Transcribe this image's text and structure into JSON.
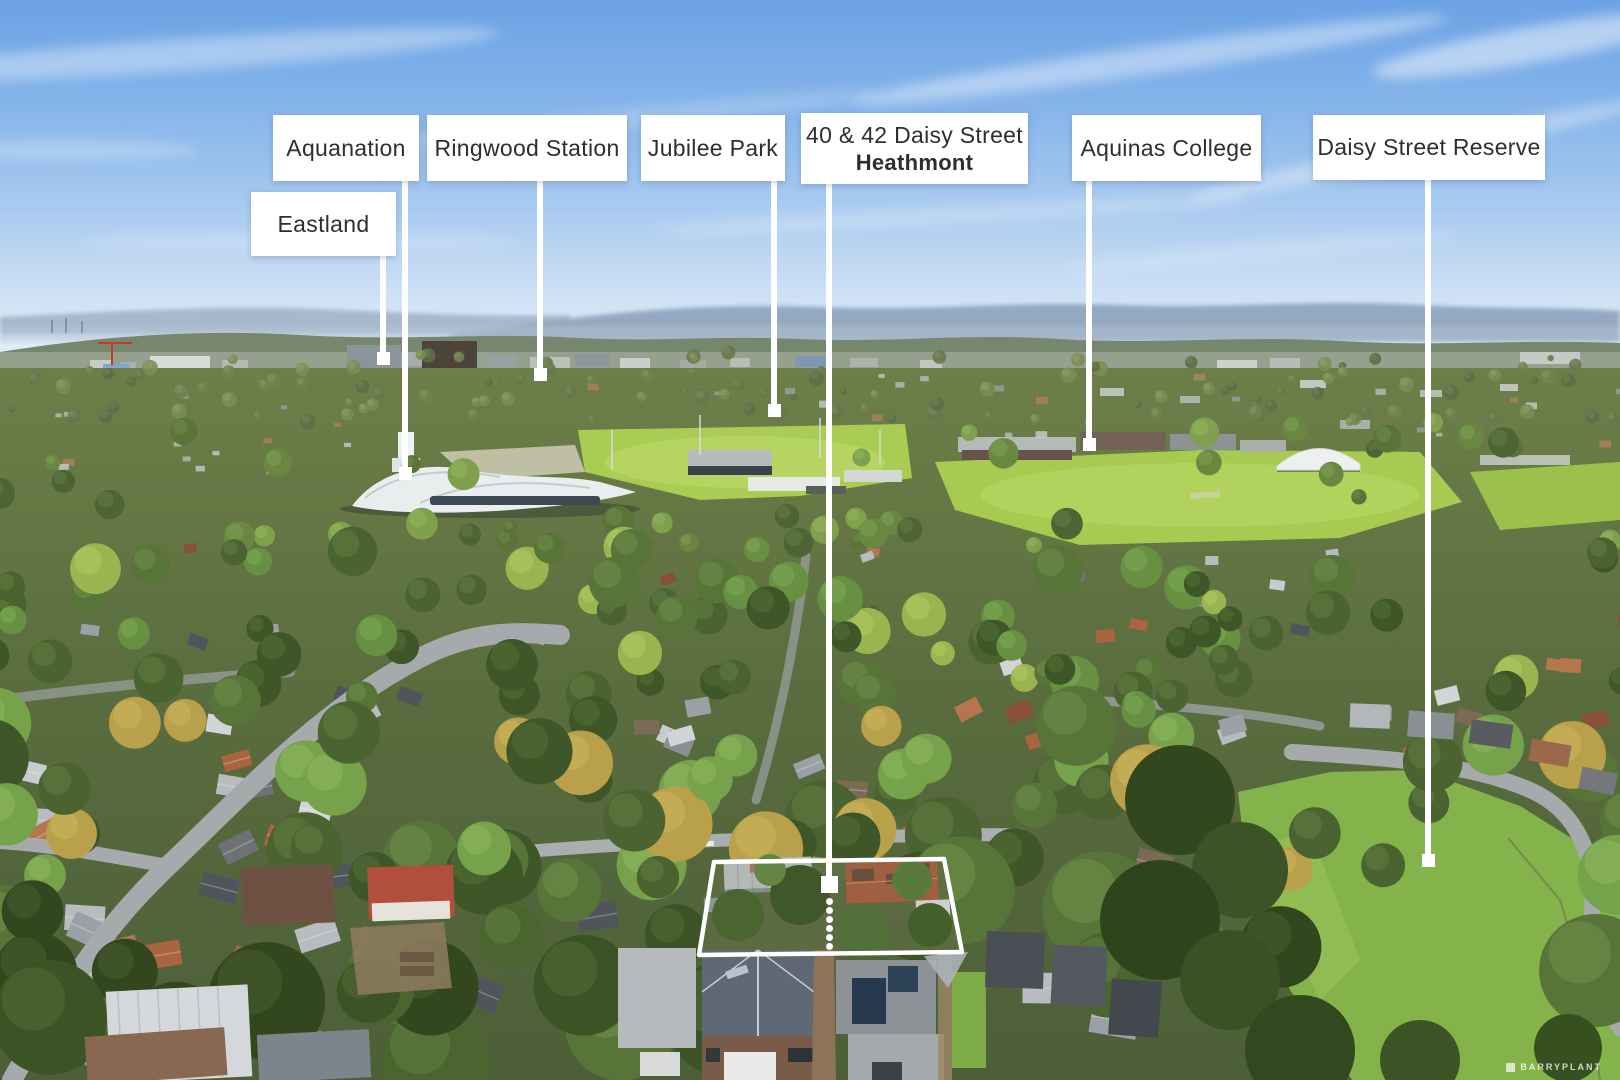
{
  "callouts": [
    {
      "name": "aquanation",
      "label": "Aquanation"
    },
    {
      "name": "eastland",
      "label": "Eastland"
    },
    {
      "name": "ringwood-station",
      "label": "Ringwood Station"
    },
    {
      "name": "jubilee-park",
      "label": "Jubilee Park"
    },
    {
      "name": "property",
      "label_line1": "40 & 42 Daisy Street",
      "label_line2": "Heathmont"
    },
    {
      "name": "aquinas-college",
      "label": "Aquinas College"
    },
    {
      "name": "daisy-street-reserve",
      "label": "Daisy Street Reserve"
    }
  ],
  "watermark": {
    "text": "BARRYPLANT"
  },
  "colors": {
    "label_bg": "#ffffff",
    "label_text": "#2e2e2e",
    "marker": "#ffffff",
    "boundary": "#ffffff"
  }
}
